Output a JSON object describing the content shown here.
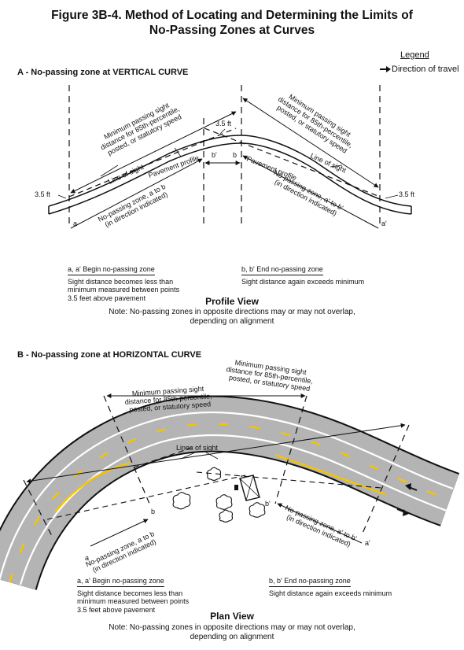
{
  "title": {
    "line1": "Figure 3B-4.  Method of Locating and Determining the Limits of",
    "line2": "No-Passing Zones at Curves"
  },
  "legend": {
    "title": "Legend",
    "direction": "Direction of travel"
  },
  "section_a": {
    "title": "A - No-passing zone at VERTICAL CURVE",
    "min_sight_left": [
      "Minimum passing sight",
      "distance for 85th-percentile,",
      "posted, or statutory speed"
    ],
    "min_sight_right": [
      "Minimum passing sight",
      "distance for 85th-percentile,",
      "posted, or statutory speed"
    ],
    "height_top": "3.5 ft",
    "height_left": "3.5 ft",
    "height_right": "3.5 ft",
    "line_of_sight_left": "Line of sight",
    "line_of_sight_right": "Line of sight",
    "pavement_left": "Pavement profile",
    "pavement_right": "Pavement profile",
    "zone_left": [
      "No-passing zone, a to b",
      "(in direction indicated)"
    ],
    "zone_right": [
      "No-passing zone, a' to b'",
      "(in direction indicated)"
    ],
    "point_a": "a",
    "point_a2": "a'",
    "point_b": "b",
    "point_b2": "b'",
    "begin_head": "a, a' Begin no-passing zone",
    "begin_text": [
      "Sight distance becomes less than",
      "minimum measured between points",
      "3.5 feet above pavement"
    ],
    "end_head": "b, b' End no-passing zone",
    "end_text": "Sight distance again exceeds minimum",
    "view_title": "Profile View",
    "note": [
      "Note: No-passing zones in opposite directions may or may not overlap,",
      "depending on alignment"
    ]
  },
  "section_b": {
    "title": "B - No-passing zone at HORIZONTAL CURVE",
    "min_sight_top": [
      "Minimum passing sight",
      "distance for 85th-percentile,",
      "posted, or statutory speed"
    ],
    "min_sight_mid": [
      "Minimum passing sight",
      "distance for 85th-percentile,",
      "posted, or statutory speed"
    ],
    "lines_of_sight": "Lines of sight",
    "zone_left": [
      "No-passing zone, a to b",
      "(in direction indicated)"
    ],
    "zone_right": [
      "No-passing zone, a' to b'",
      "(in direction indicated)"
    ],
    "point_a": "a",
    "point_a2": "a'",
    "point_b": "b",
    "point_b2": "b'",
    "begin_head": "a, a' Begin no-passing zone",
    "begin_text": [
      "Sight distance becomes less than",
      "minimum measured between points",
      "3.5 feet above pavement"
    ],
    "end_head": "b, b' End no-passing zone",
    "end_text": "Sight distance again exceeds minimum",
    "view_title": "Plan View",
    "note": [
      "Note: No-passing zones in opposite directions may or may not overlap,",
      "depending on alignment"
    ]
  },
  "colors": {
    "road": "#b4b4b4",
    "centerline": "#f5c400",
    "ink": "#111111"
  }
}
